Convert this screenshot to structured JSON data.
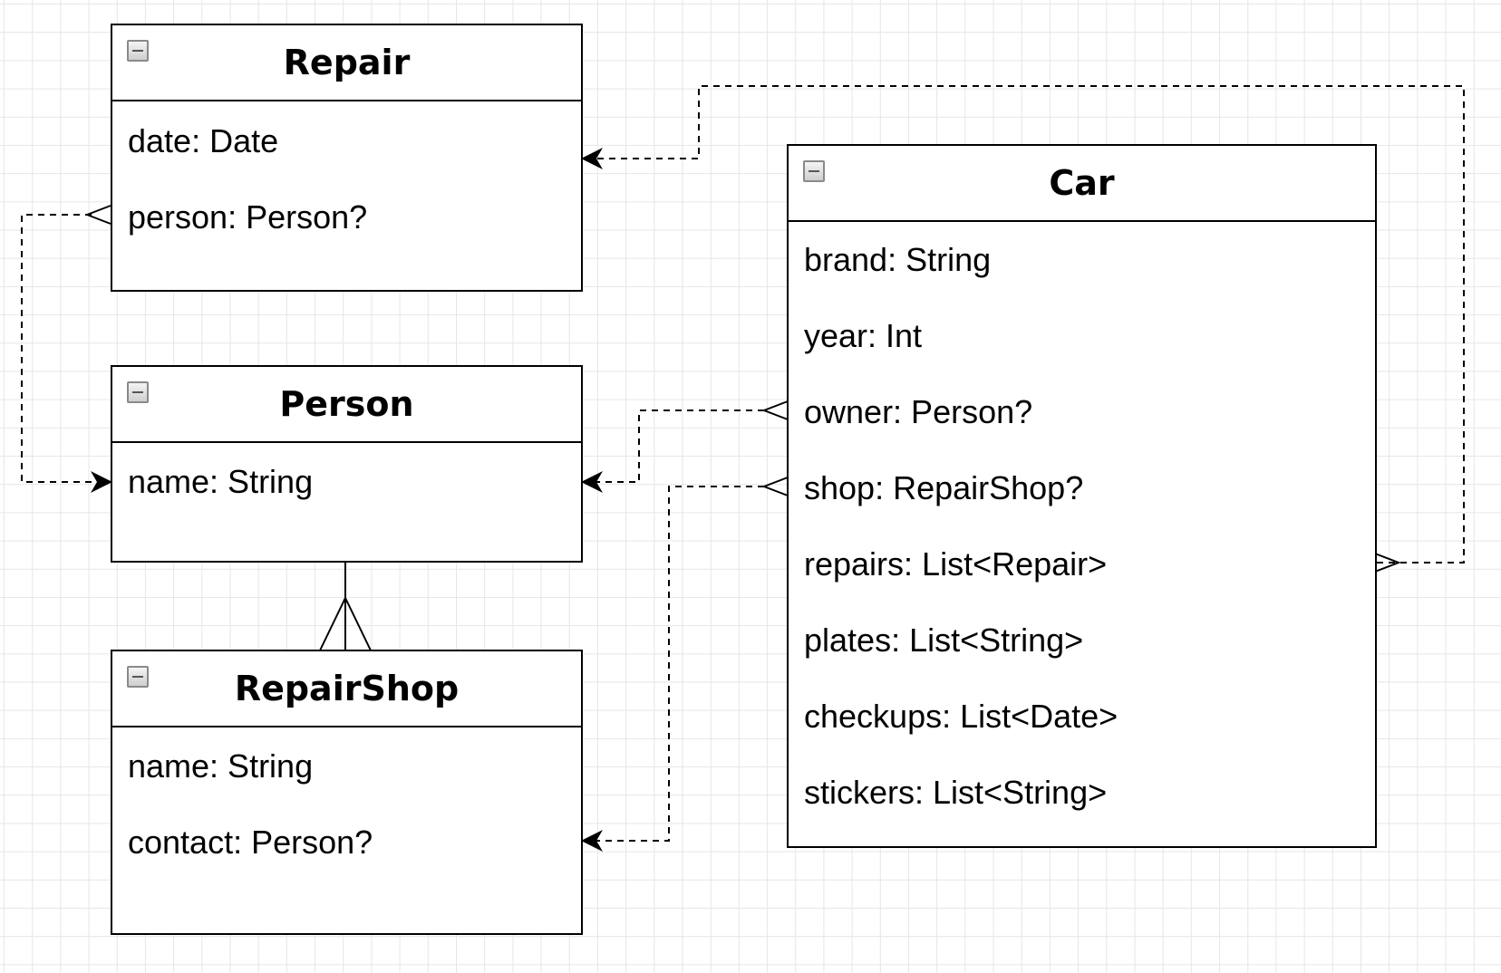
{
  "entities": {
    "repair": {
      "title": "Repair",
      "attributes": [
        "date: Date",
        "person: Person?"
      ]
    },
    "person": {
      "title": "Person",
      "attributes": [
        "name: String"
      ]
    },
    "repair_shop": {
      "title": "RepairShop",
      "attributes": [
        "name: String",
        "contact: Person?"
      ]
    },
    "car": {
      "title": "Car",
      "attributes": [
        "brand: String",
        "year: Int",
        "owner: Person?",
        "shop: RepairShop?",
        "repairs: List<Repair>",
        "plates: List<String>",
        "checkups: List<Date>",
        "stickers: List<String>"
      ]
    }
  },
  "relationships": [
    {
      "from": "Repair.person",
      "to": "Person",
      "style": "dashed"
    },
    {
      "from": "Car.owner",
      "to": "Person",
      "style": "dashed"
    },
    {
      "from": "Car.shop",
      "to": "RepairShop",
      "style": "dashed"
    },
    {
      "from": "Car.repairs",
      "to": "Repair",
      "style": "dashed"
    },
    {
      "from": "Person",
      "to": "RepairShop",
      "style": "solid-crowfoot"
    }
  ],
  "icons": {
    "collapse": "collapse-minus-icon"
  },
  "colors": {
    "line": "#000000",
    "grid": "#e6e6e6",
    "icon_border": "#8a8a8a"
  }
}
